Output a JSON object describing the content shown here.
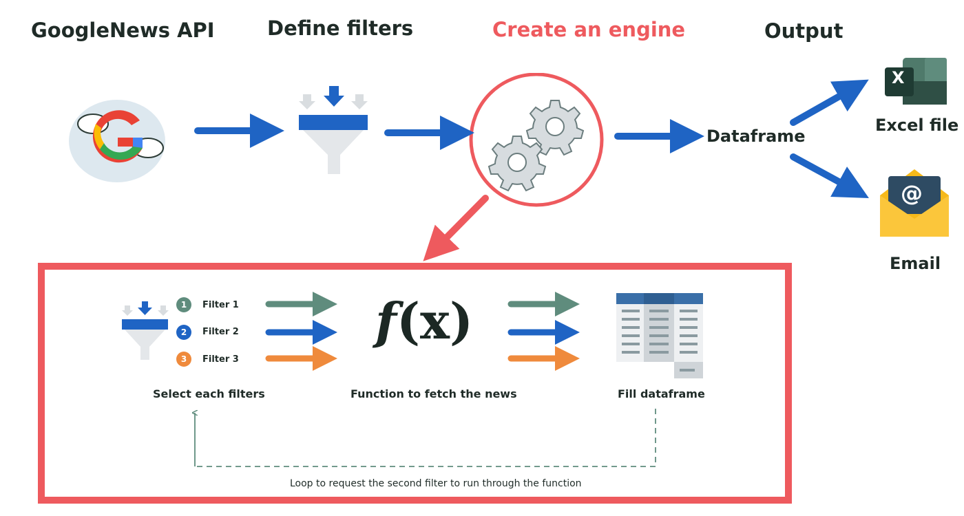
{
  "steps": {
    "api": "GoogleNews API",
    "filters": "Define filters",
    "engine": "Create an engine",
    "output": "Output"
  },
  "dataframe_label": "Dataframe",
  "outputs": {
    "excel": "Excel file",
    "email": "Email"
  },
  "detail": {
    "filters": [
      {
        "number": "1",
        "label": "Filter 1",
        "color": "#5f8c7d"
      },
      {
        "number": "2",
        "label": "Filter 2",
        "color": "#1f64c4"
      },
      {
        "number": "3",
        "label": "Filter 3",
        "color": "#ef8a3c"
      }
    ],
    "select_label": "Select each filters",
    "function_label": "Function to fetch the news",
    "function_symbol_f": "f",
    "function_symbol_rest": "(x)",
    "fill_label": "Fill dataframe",
    "loop_label": "Loop to request the second filter to run through the function"
  },
  "icons": {
    "excel_letter": "X",
    "email_symbol": "@",
    "google_letter": "G"
  },
  "colors": {
    "arrow_blue": "#1f64c4",
    "accent_red": "#ee5a5e",
    "green": "#5f8c7d",
    "orange": "#ef8a3c",
    "dark_text": "#1f2b27"
  }
}
